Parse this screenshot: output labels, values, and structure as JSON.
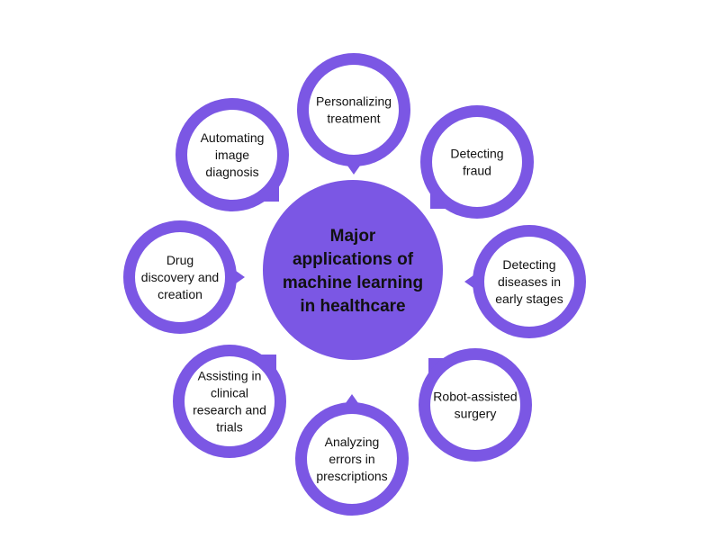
{
  "colors": {
    "accent": "#7b57e4",
    "inner": "#ffffff",
    "text": "#111111"
  },
  "center": {
    "lines": [
      "Major",
      "applications of",
      "machine learning",
      "in healthcare"
    ]
  },
  "nodes": [
    {
      "id": "personalizing-treatment",
      "lines": [
        "Personalizing",
        "treatment"
      ]
    },
    {
      "id": "detecting-fraud",
      "lines": [
        "Detecting",
        "fraud"
      ]
    },
    {
      "id": "detecting-diseases",
      "lines": [
        "Detecting",
        "diseases in",
        "early stages"
      ]
    },
    {
      "id": "robot-assisted-surgery",
      "lines": [
        "Robot-assisted",
        "surgery"
      ]
    },
    {
      "id": "analyzing-errors",
      "lines": [
        "Analyzing",
        "errors in",
        "prescriptions"
      ]
    },
    {
      "id": "assisting-clinical-research",
      "lines": [
        "Assisting in",
        "clinical",
        "research and",
        "trials"
      ]
    },
    {
      "id": "drug-discovery",
      "lines": [
        "Drug",
        "discovery and",
        "creation"
      ]
    },
    {
      "id": "automating-image-diagnosis",
      "lines": [
        "Automating",
        "image",
        "diagnosis"
      ]
    }
  ]
}
